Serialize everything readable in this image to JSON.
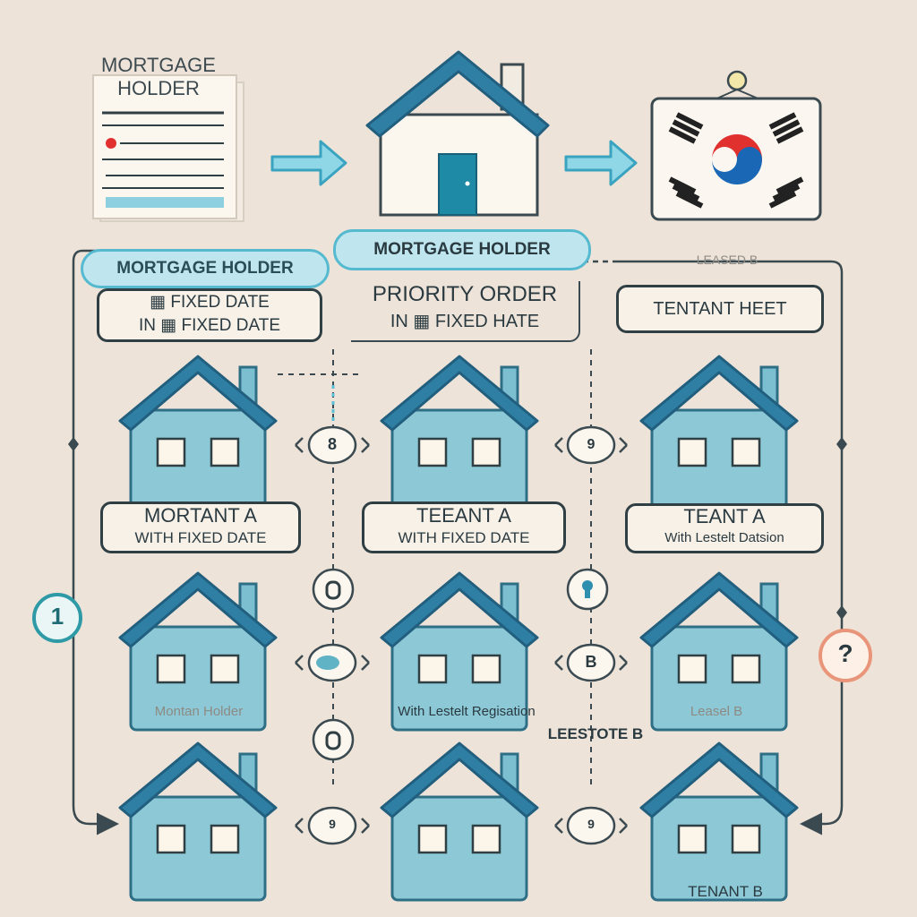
{
  "top": {
    "doc_title_line1": "MORTGAGE",
    "doc_title_line2": "HOLDER",
    "center_pill": "MORTGAGE HOLDER"
  },
  "left_header": {
    "pill": "MORTGAGE HOLDER",
    "box_line1": "▦ FIXED DATE",
    "box_line2": "IN ▦ FIXED DATE"
  },
  "middle_header": {
    "line1": "PRIORITY ORDER",
    "line2": "IN ▦ FIXED HATE"
  },
  "right_header": {
    "faint": "LEASED B",
    "box": "TENTANT HEET"
  },
  "row_labels": {
    "r1_left_line1": "MORTANT A",
    "r1_left_line2": "WITH FIXED DATE",
    "r1_mid_line1": "TEEANT A",
    "r1_mid_line2": "WITH FIXED DATE",
    "r1_right_line1": "TEANT A",
    "r1_right_line2": "With Lestelt Datsion",
    "r2_left": "Montan Holder",
    "r2_mid": "With Lestelt Regisation",
    "r2_mid_sub": "LEESTOTE B",
    "r2_right": "Leasel B",
    "r3_right": "TENANT B"
  },
  "markers": {
    "left_circle": "1",
    "right_circle": "?",
    "r1_a": "8",
    "r1_b": "9",
    "r3_a": "9",
    "r3_b": "9",
    "r2_b": "B"
  },
  "colors": {
    "background": "#ede3d8",
    "house_fill": "#8cc8d6",
    "roof": "#2f7fa5",
    "accent": "#5bbdd6",
    "flag_red": "#e0312f",
    "flag_blue": "#1a67b5"
  }
}
